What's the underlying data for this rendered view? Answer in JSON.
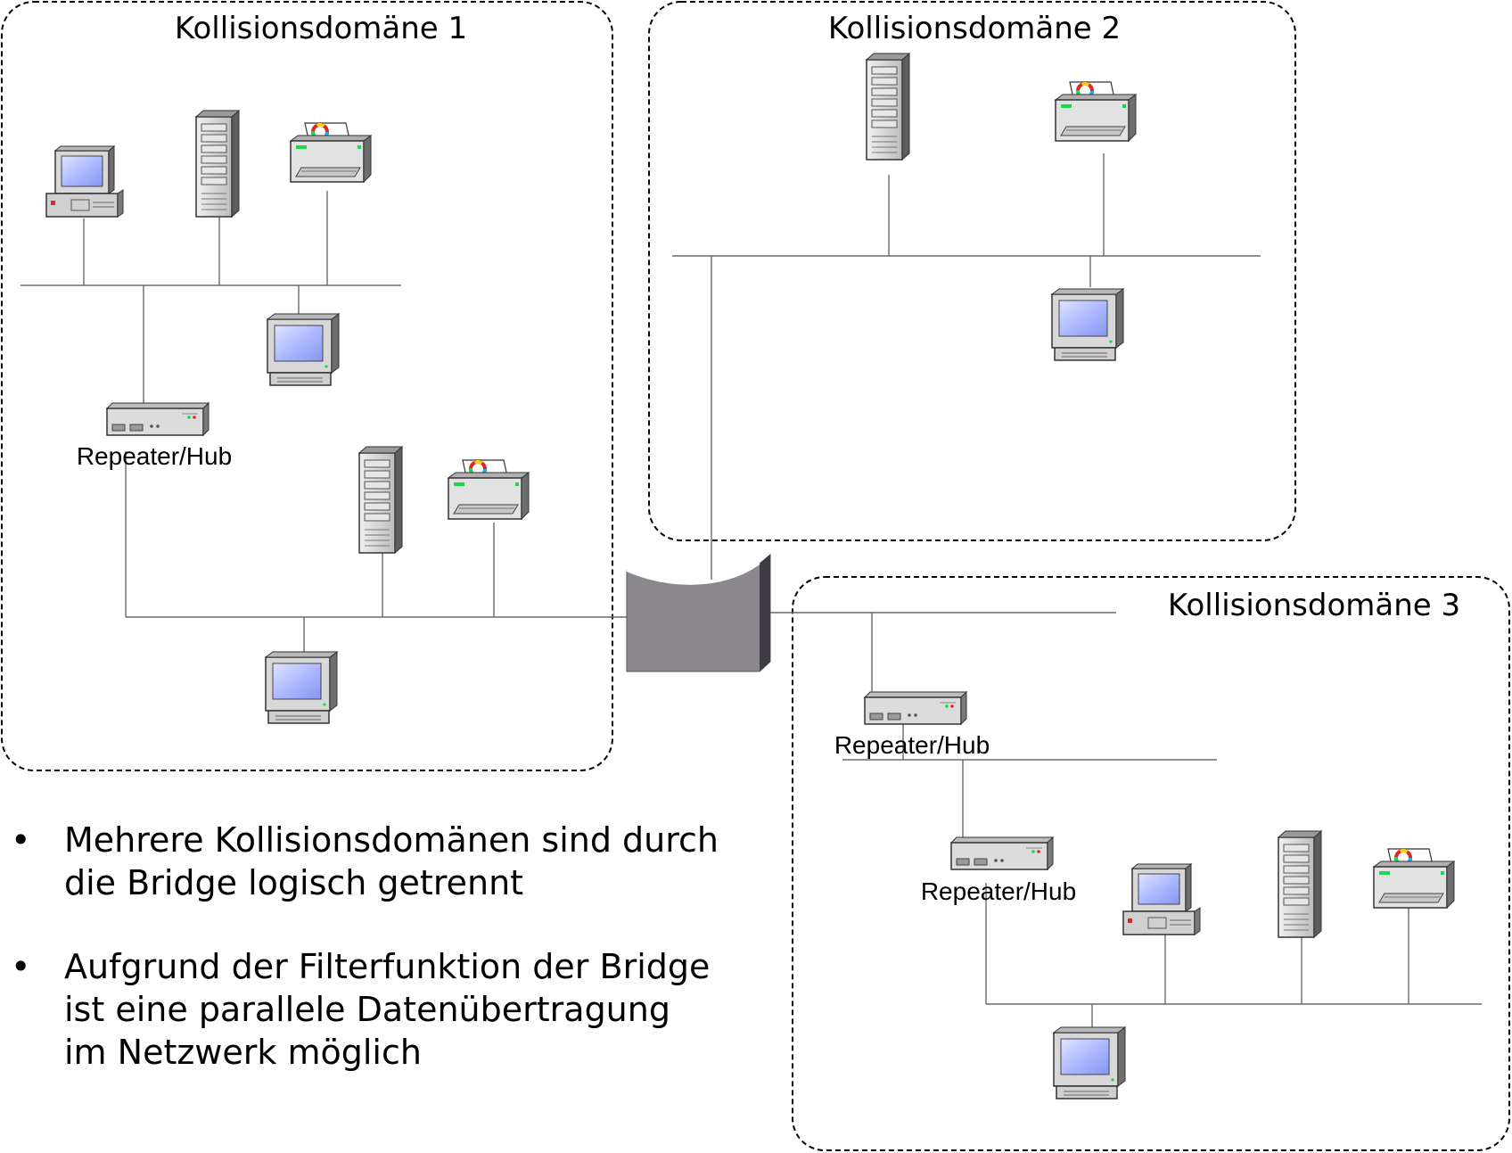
{
  "domains": [
    {
      "title": "Kollisionsdomäne 1"
    },
    {
      "title": "Kollisionsdomäne 2"
    },
    {
      "title": "Kollisionsdomäne 3"
    }
  ],
  "devices": {
    "repeater_label": "Repeater/Hub"
  },
  "bullets": [
    "Mehrere Kollisionsdomänen sind durch die Bridge logisch getrennt",
    "Aufgrund der Filterfunktion der Bridge ist eine parallele Datenübertragung im Netzwerk möglich"
  ],
  "bullet_symbol": "•",
  "colors": {
    "screen": "#a9b6ff",
    "bridge_front": "#8a878d",
    "bridge_side": "#3e3c42",
    "led_green": "#19d84b",
    "led_red": "#e0261d"
  }
}
